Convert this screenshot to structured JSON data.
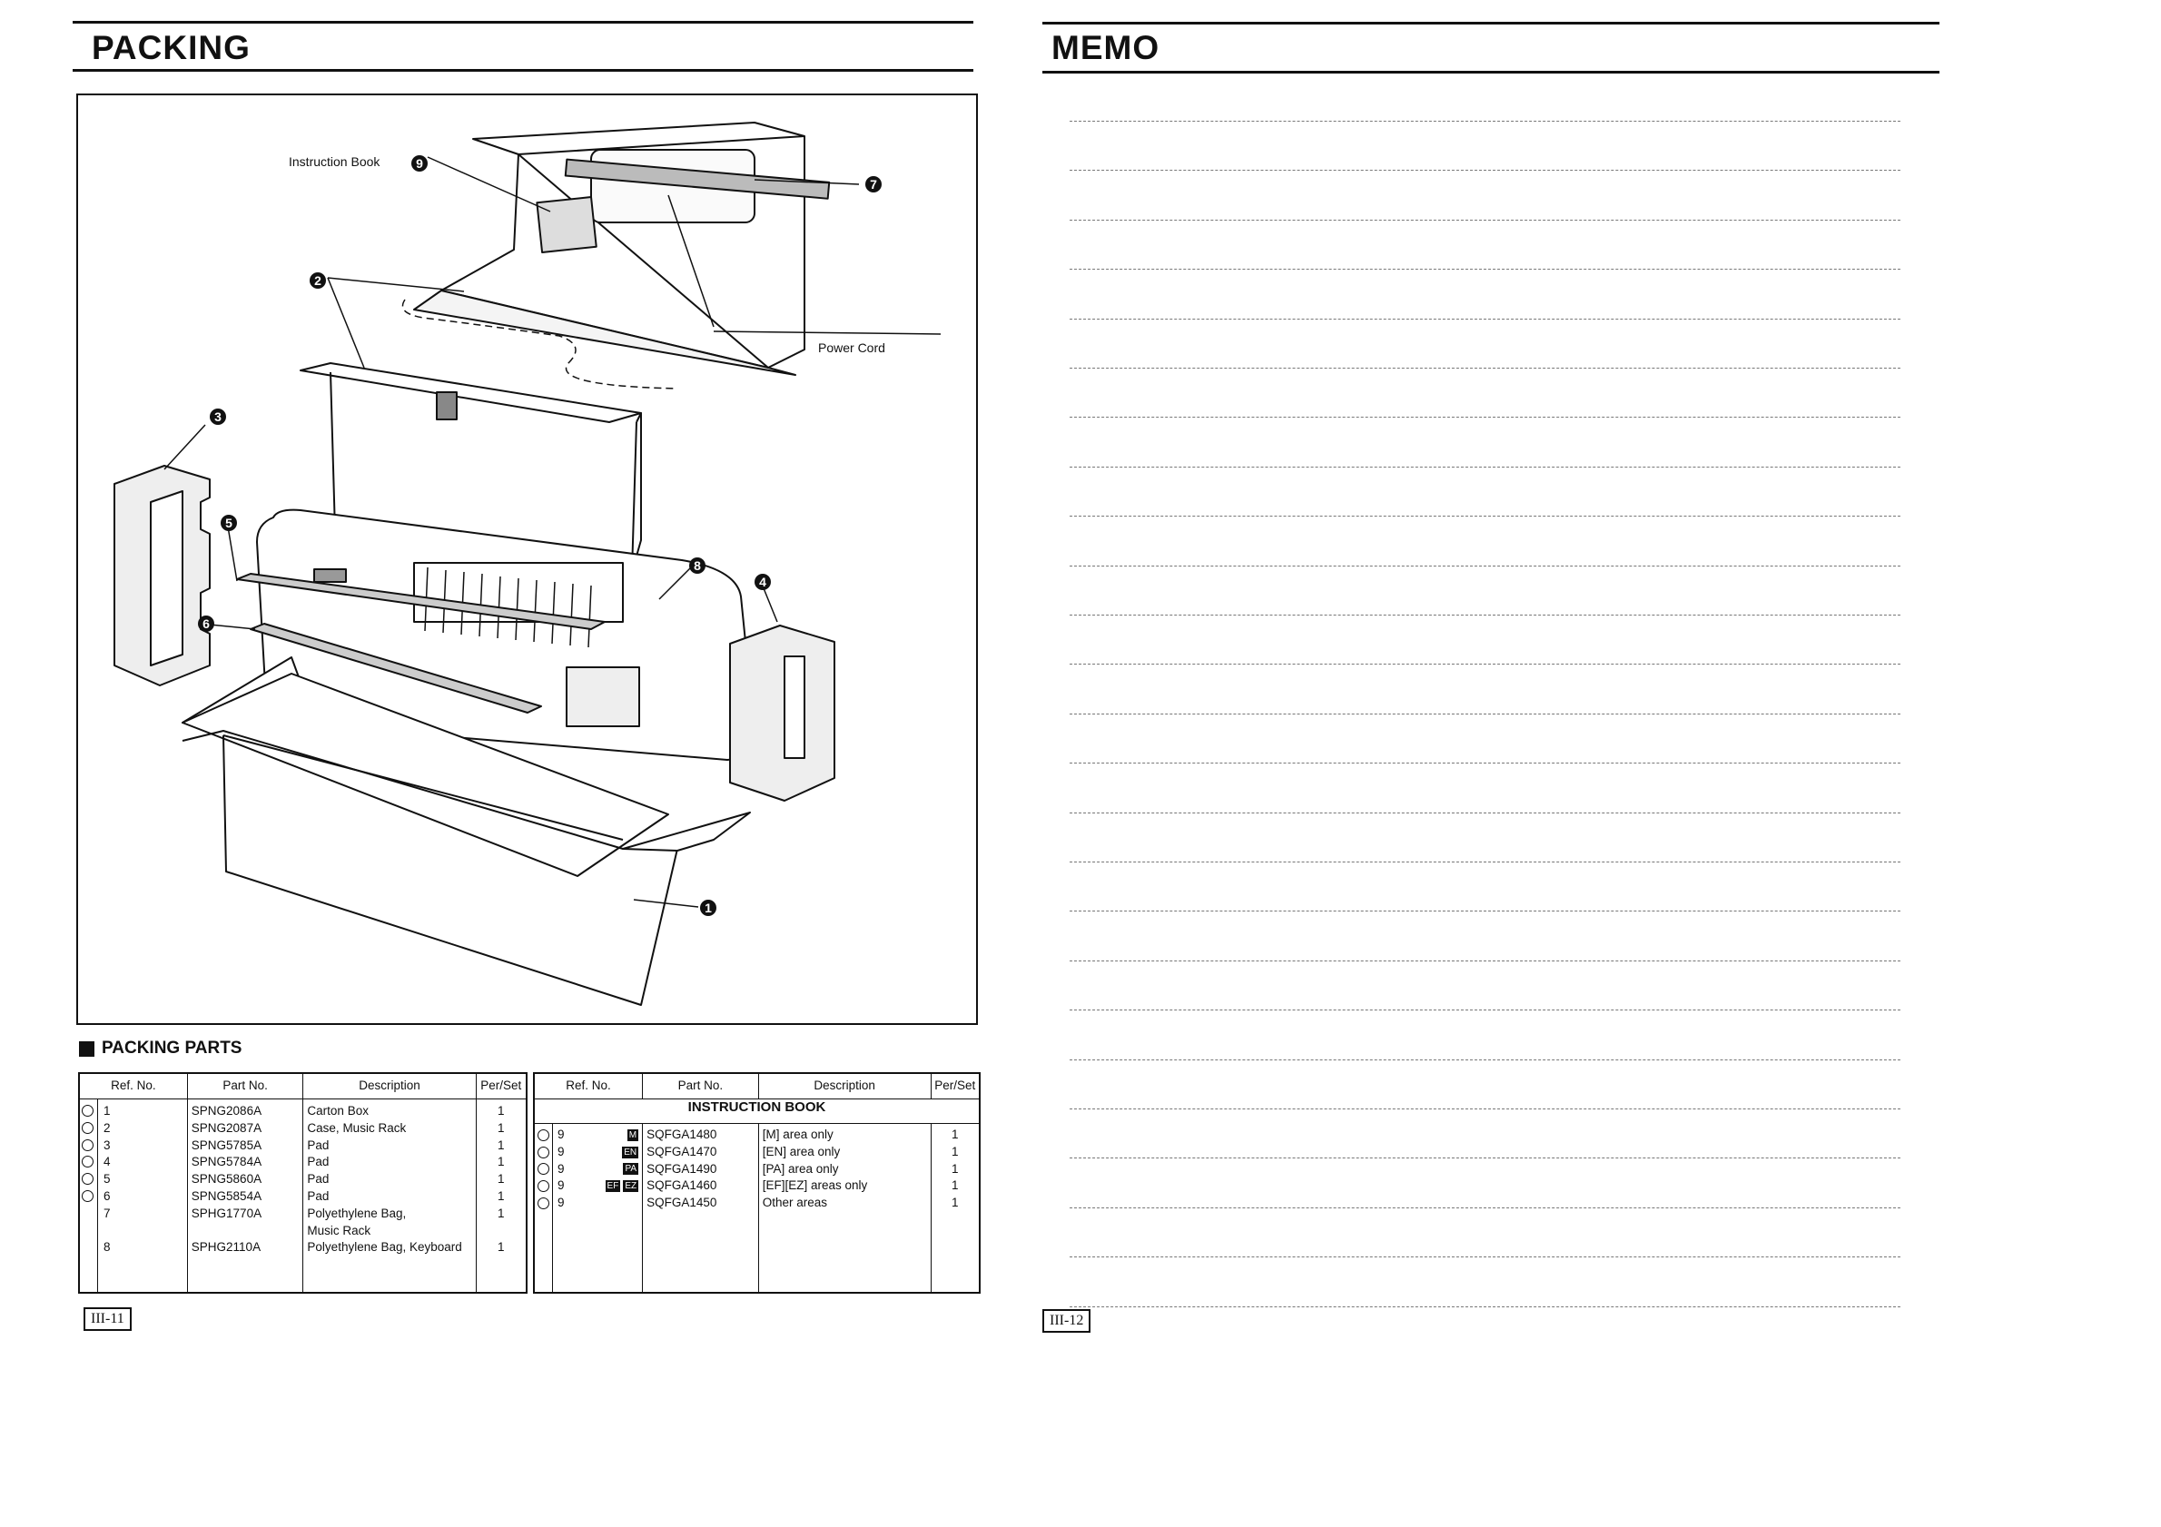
{
  "left": {
    "title": "PACKING",
    "callouts": {
      "instruction_book": "Instruction Book",
      "power_cord": "Power Cord"
    },
    "parts_heading": "PACKING PARTS",
    "page_number": "III-11",
    "table1": {
      "headers": [
        "Ref. No.",
        "Part No.",
        "Description",
        "Per/Set"
      ],
      "refs": "1\n2\n3\n4\n5\n6\n7\n\n8",
      "parts": "SPNG2086A\nSPNG2087A\nSPNG5785A\nSPNG5784A\nSPNG5860A\nSPNG5854A\nSPHG1770A\n\nSPHG2110A",
      "descriptions": "Carton Box\nCase, Music Rack\nPad\nPad\nPad\nPad\nPolyethylene Bag,\n   Music Rack\nPolyethylene Bag, Keyboard",
      "per_set": "1\n1\n1\n1\n1\n1\n1\n\n1"
    },
    "table2": {
      "headers": [
        "Ref. No.",
        "Part No.",
        "Description",
        "Per/Set"
      ],
      "subheading": "INSTRUCTION BOOK",
      "rows": [
        {
          "ref": "9",
          "badges": [
            "M"
          ],
          "part": "SQFGA1480",
          "desc": "[M] area only",
          "qty": "1"
        },
        {
          "ref": "9",
          "badges": [
            "EN"
          ],
          "part": "SQFGA1470",
          "desc": "[EN] area only",
          "qty": "1"
        },
        {
          "ref": "9",
          "badges": [
            "PA"
          ],
          "part": "SQFGA1490",
          "desc": "[PA] area only",
          "qty": "1"
        },
        {
          "ref": "9",
          "badges": [
            "EF",
            "EZ"
          ],
          "part": "SQFGA1460",
          "desc": "[EF][EZ] areas only",
          "qty": "1"
        },
        {
          "ref": "9",
          "badges": [],
          "part": "SQFGA1450",
          "desc": "Other areas",
          "qty": "1"
        }
      ]
    }
  },
  "right": {
    "title": "MEMO",
    "page_number": "III-12"
  }
}
